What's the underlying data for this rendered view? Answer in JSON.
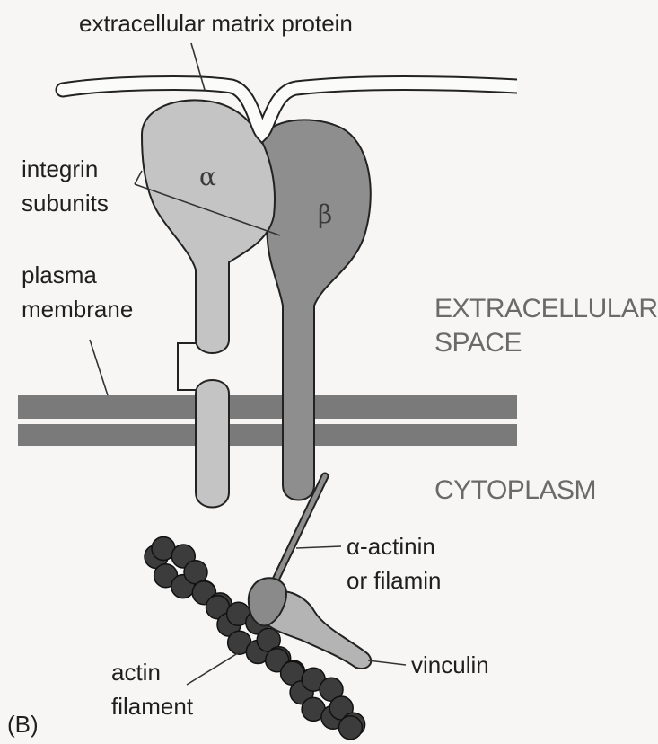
{
  "labels": {
    "ecm_protein": "extracellular matrix protein",
    "integrin_line1": "integrin",
    "integrin_line2": "subunits",
    "membrane_line1": "plasma",
    "membrane_line2": "membrane",
    "extracellular_line1": "EXTRACELLULAR",
    "extracellular_line2": "SPACE",
    "cytoplasm": "CYTOPLASM",
    "actinin_line1": "α-actinin",
    "actinin_line2": "or filamin",
    "vinculin": "vinculin",
    "actin_line1": "actin",
    "actin_line2": "filament",
    "panel": "(B)",
    "alpha": "α",
    "beta": "β"
  },
  "colors": {
    "alpha_subunit": "#c4c4c4",
    "beta_subunit": "#8e8e8e",
    "membrane": "#7a7a7a",
    "actin_bead": "#3c3c3c",
    "background": "#f7f6f4"
  }
}
